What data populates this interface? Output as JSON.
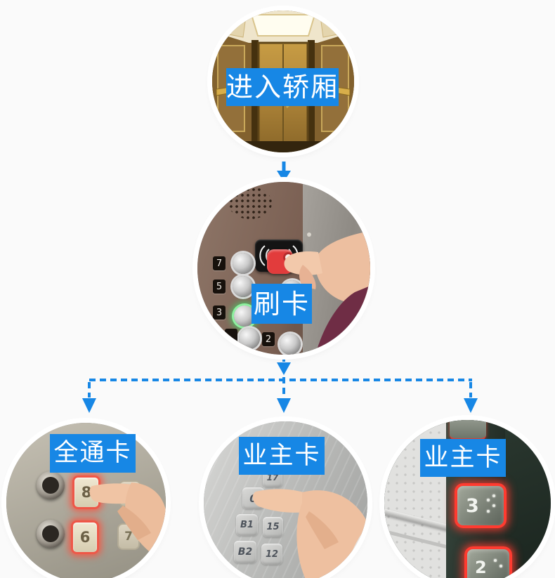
{
  "page": {
    "background": "#fafafa",
    "accent": "#1787e5"
  },
  "flow": {
    "steps": [
      {
        "label": "进入轿厢"
      },
      {
        "label": "刷卡"
      }
    ],
    "branches": [
      {
        "label": "全通卡"
      },
      {
        "label": "业主卡"
      },
      {
        "label": "业主卡"
      }
    ]
  },
  "scenes": {
    "swipe": {
      "floor_buttons": [
        "7",
        "5",
        "3",
        "2"
      ]
    },
    "allpass": {
      "buttons": [
        "8",
        "9",
        "6",
        "7"
      ]
    },
    "owner_mid": {
      "buttons": [
        "17",
        "0",
        "B1",
        "15",
        "B2",
        "12"
      ]
    },
    "owner_right": {
      "buttons": [
        "3",
        "2"
      ]
    }
  }
}
